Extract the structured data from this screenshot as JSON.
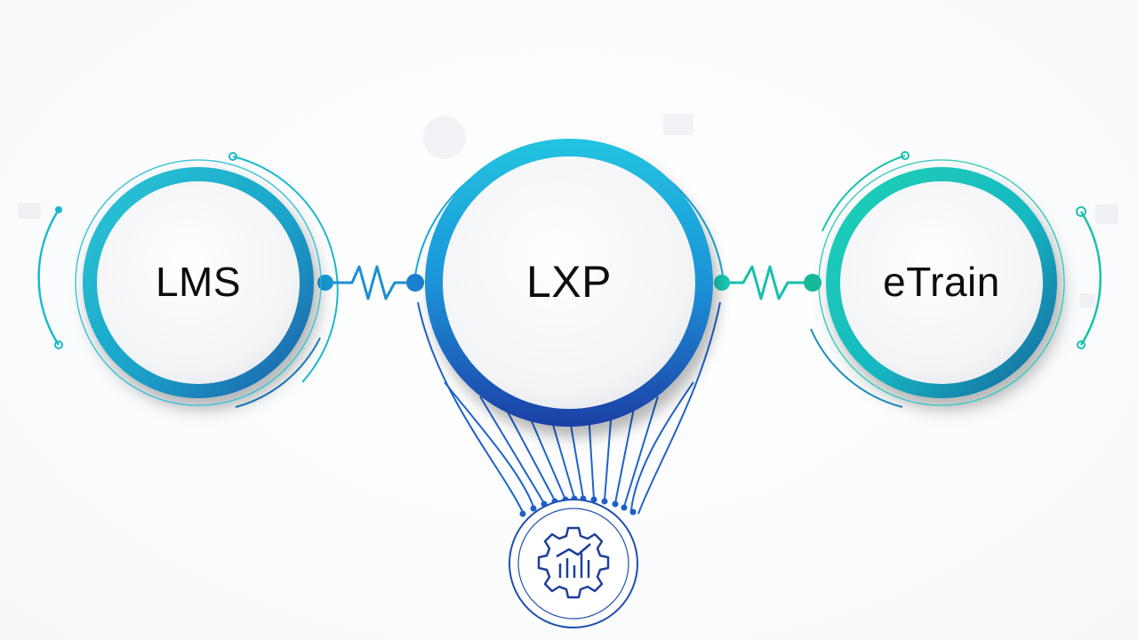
{
  "nodes": {
    "lms": {
      "label": "LMS"
    },
    "lxp": {
      "label": "LXP"
    },
    "etrain": {
      "label": "eTrain"
    }
  },
  "hub": {
    "icon": "gear-analytics-icon"
  },
  "colors": {
    "teal": "#19c2c9",
    "cyan": "#1aa7d8",
    "blue": "#1f63c9",
    "navy": "#1e3f9a",
    "green_teal": "#16c7a6"
  }
}
